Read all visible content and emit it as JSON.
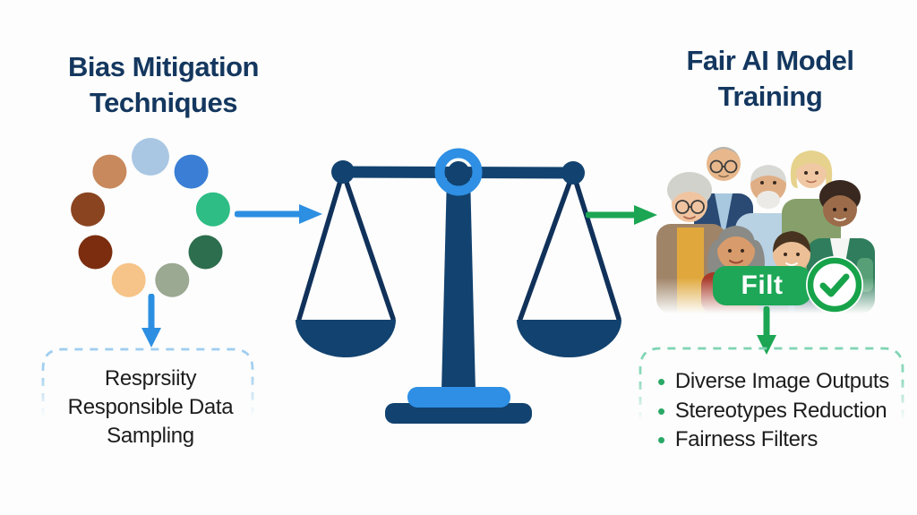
{
  "titles": {
    "left": [
      "Bias Mitigation",
      "Techniques"
    ],
    "right": [
      "Fair AI Model",
      "Training"
    ]
  },
  "colors": {
    "background": "#fcfdfc",
    "title_navy": "#14375f",
    "scale_navy": "#12426f",
    "scale_strings": "#10315a",
    "bright_blue": "#2e8fe4",
    "arrow_blue": "#2d8fe2",
    "arrow_green": "#1ca553",
    "button_green": "#1da757",
    "check_green": "#17a34a",
    "dashed_blue": "#9ecdf0",
    "dashed_teal": "#7fd4b4",
    "bullet_green": "#2aa866",
    "text_dark": "#1d1d1d"
  },
  "dots": {
    "label": "diverse-data-sample-ring",
    "colors": [
      "#a9c7e3",
      "#3a7fd5",
      "#2ebd85",
      "#2d6e4e",
      "#9ba892",
      "#f6c488",
      "#7c2d0f",
      "#8a4420",
      "#c8895c"
    ]
  },
  "left_box": {
    "lines": [
      "Resprsiity",
      "Responsible Data",
      "Sampling"
    ]
  },
  "right_box": {
    "items": [
      "Diverse Image Outputs",
      "Stereotypes Reduction",
      "Fairness Filters"
    ]
  },
  "filter_button": {
    "label": "Filt"
  },
  "icons": {
    "balance_scale": "balance-scale",
    "check_circle": "checkmark-circle",
    "people_collage": "diverse-people-group"
  }
}
